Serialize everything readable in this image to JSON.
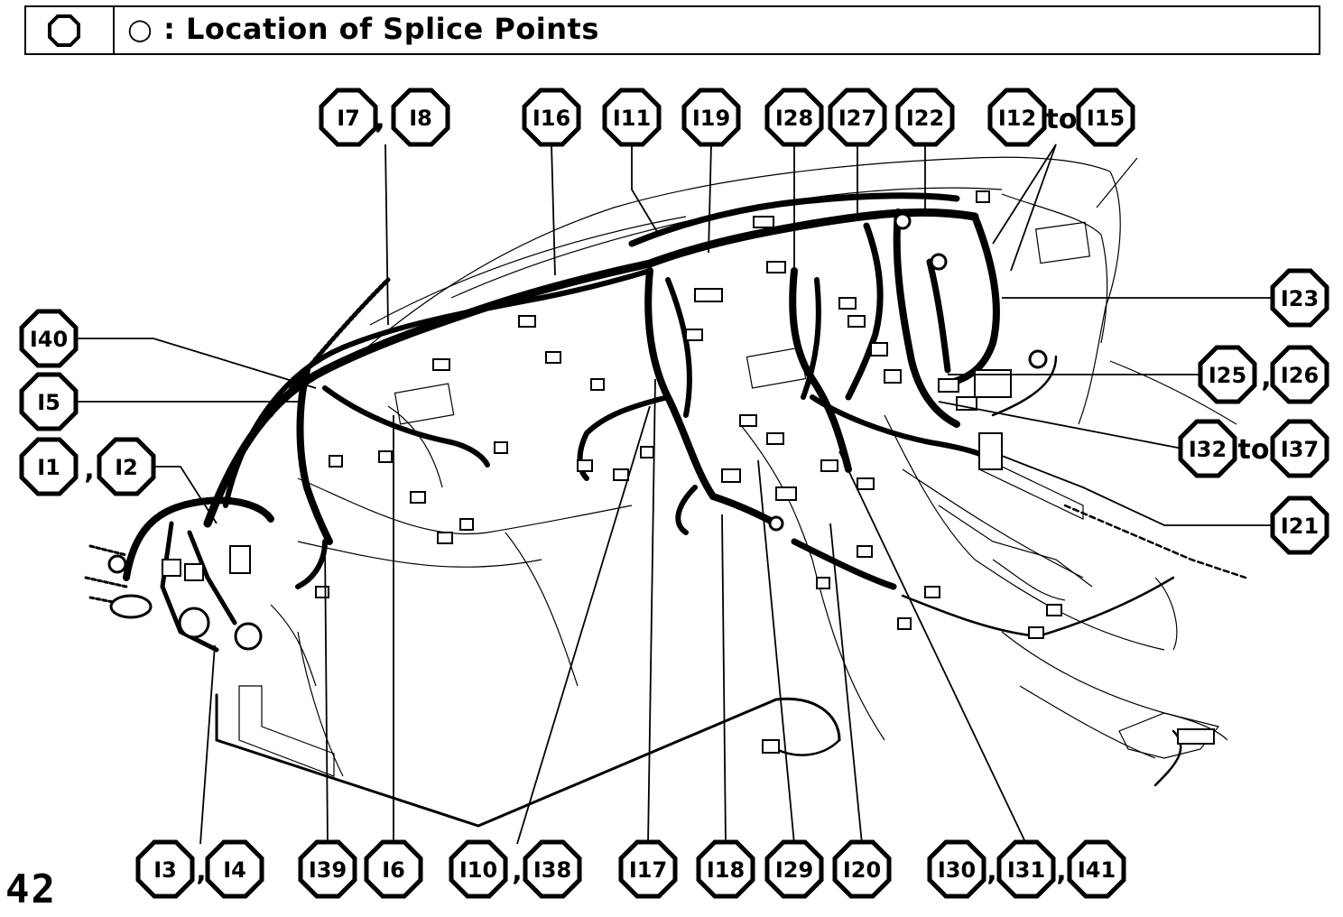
{
  "header": {
    "symbol": "hexagon-outline-icon",
    "title": "○ : Location of Splice Points"
  },
  "page_number": "42",
  "separators": {
    "comma": ",",
    "to": "to"
  },
  "labels": {
    "i7": "I7",
    "i8": "I8",
    "i16": "I16",
    "i11": "I11",
    "i19": "I19",
    "i28": "I28",
    "i27": "I27",
    "i22": "I22",
    "i12": "I12",
    "i15": "I15",
    "i23": "I23",
    "i25": "I25",
    "i26": "I26",
    "i32": "I32",
    "i37": "I37",
    "i21": "I21",
    "i40": "I40",
    "i5": "I5",
    "i1": "I1",
    "i2": "I2",
    "i3": "I3",
    "i4": "I4",
    "i39": "I39",
    "i6": "I6",
    "i10": "I10",
    "i38": "I38",
    "i17": "I17",
    "i18": "I18",
    "i29": "I29",
    "i20": "I20",
    "i30": "I30",
    "i31": "I31",
    "i41": "I41"
  },
  "colors": {
    "ink": "#000000",
    "paper": "#ffffff"
  }
}
